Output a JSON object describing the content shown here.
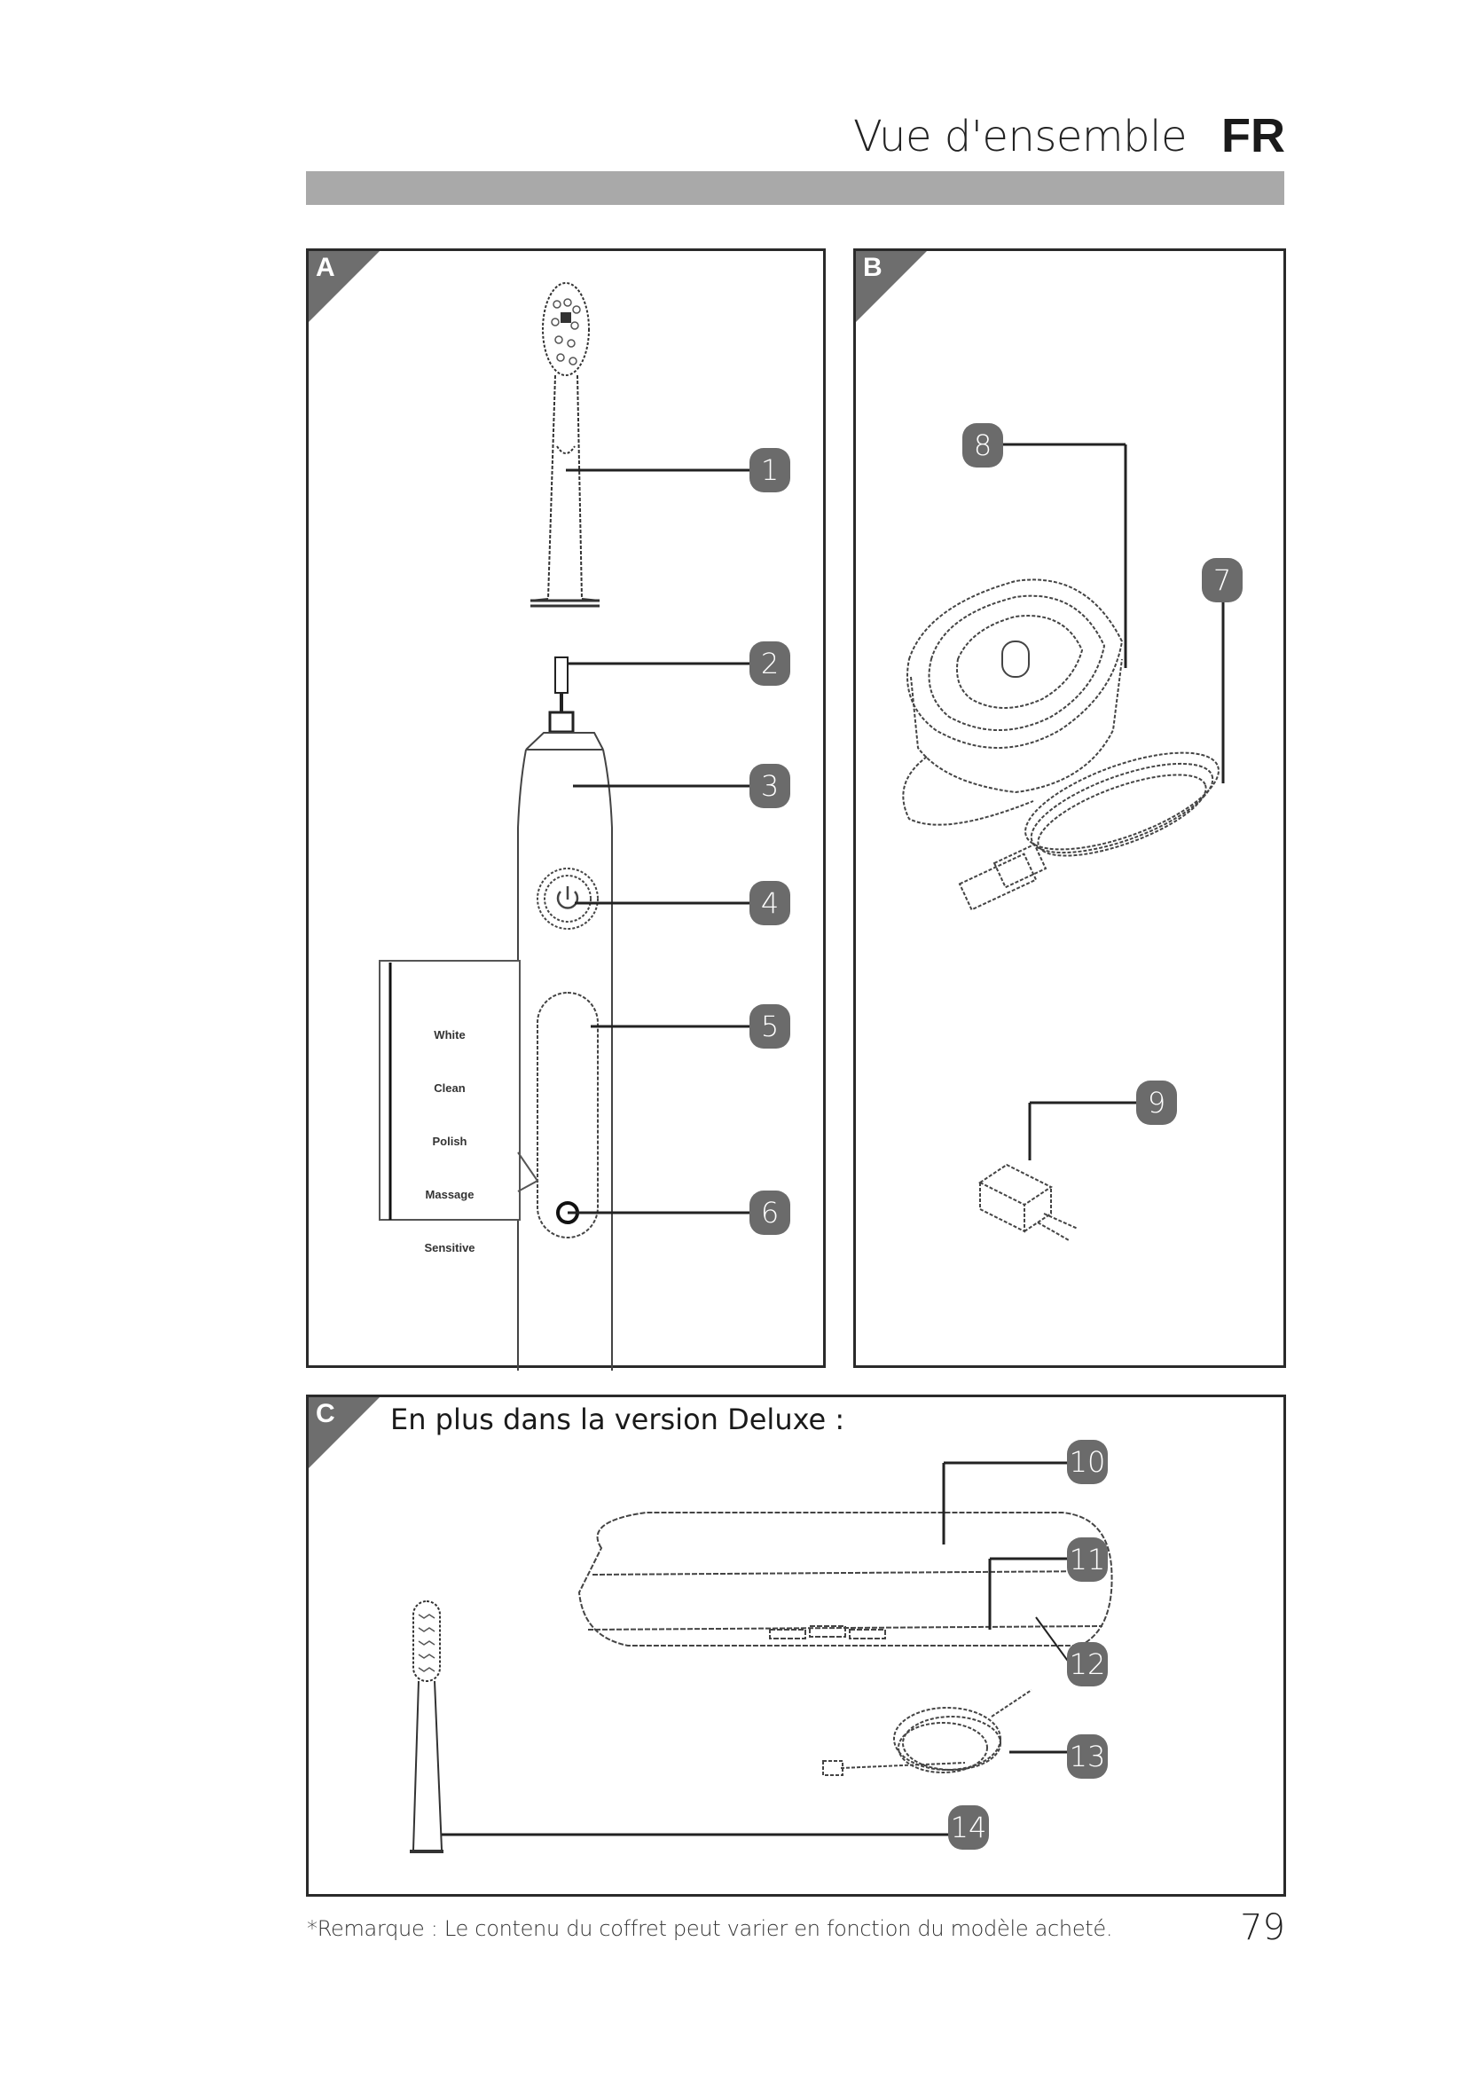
{
  "header": {
    "title": "Vue d'ensemble",
    "language_code": "FR"
  },
  "panels": {
    "a": {
      "letter": "A",
      "callouts": [
        "1",
        "2",
        "3",
        "4",
        "5",
        "6"
      ],
      "mode_labels": [
        "White",
        "Clean",
        "Polish",
        "Massage",
        "Sensitive"
      ]
    },
    "b": {
      "letter": "B",
      "callouts": [
        "7",
        "8",
        "9"
      ]
    },
    "c": {
      "letter": "C",
      "title": "En plus dans la version Deluxe :",
      "callouts": [
        "10",
        "11",
        "12",
        "13",
        "14"
      ]
    }
  },
  "footer": {
    "note": "*Remarque : Le contenu du coffret peut varier en fonction du modèle acheté.",
    "page_number": "79"
  },
  "colors": {
    "header_bar": "#a9a9a9",
    "callout_fill": "#6b6b6b",
    "corner_tab": "#6e6e6e",
    "border": "#2a2a2a"
  }
}
